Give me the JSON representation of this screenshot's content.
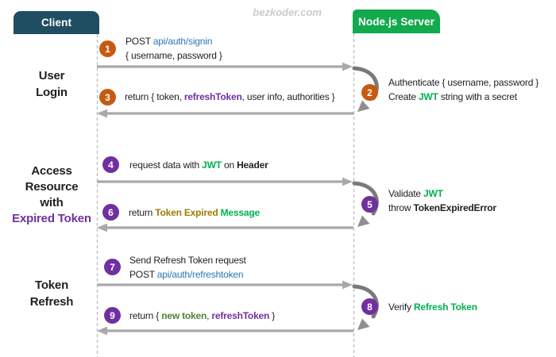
{
  "watermark": "bezkoder.com",
  "actors": {
    "client": "Client",
    "server": "Node.js Server"
  },
  "sections": [
    {
      "lines": [
        "User",
        "Login"
      ]
    },
    {
      "lines": [
        "Access",
        "Resource",
        "with",
        "Expired Token"
      ]
    },
    {
      "lines": [
        "Token",
        "Refresh"
      ]
    }
  ],
  "messages": [
    {
      "num": "1",
      "lines": [
        [
          {
            "t": "POST ",
            "s": "black"
          },
          {
            "t": "api/auth/signin",
            "s": "blue"
          }
        ],
        [
          {
            "t": "{ username, password }",
            "s": "black"
          }
        ]
      ]
    },
    {
      "num": "2",
      "lines": [
        [
          {
            "t": "Authenticate { username, password }",
            "s": "black"
          }
        ],
        [
          {
            "t": "Create ",
            "s": "black"
          },
          {
            "t": "JWT",
            "s": "green-b"
          },
          {
            "t": " string with a secret",
            "s": "black"
          }
        ]
      ]
    },
    {
      "num": "3",
      "lines": [
        [
          {
            "t": "return { token, ",
            "s": "black"
          },
          {
            "t": "refreshToken",
            "s": "purple-b"
          },
          {
            "t": ", user info, authorities }",
            "s": "black"
          }
        ]
      ]
    },
    {
      "num": "4",
      "lines": [
        [
          {
            "t": "request data with ",
            "s": "black"
          },
          {
            "t": "JWT",
            "s": "green-b"
          },
          {
            "t": " on ",
            "s": "black"
          },
          {
            "t": "Header",
            "s": "black-b"
          }
        ]
      ]
    },
    {
      "num": "5",
      "lines": [
        [
          {
            "t": "Validate ",
            "s": "black"
          },
          {
            "t": "JWT",
            "s": "green-b"
          }
        ],
        [
          {
            "t": "throw ",
            "s": "black"
          },
          {
            "t": "TokenExpiredError",
            "s": "black-b"
          }
        ]
      ]
    },
    {
      "num": "6",
      "lines": [
        [
          {
            "t": "return ",
            "s": "black"
          },
          {
            "t": "Token Expired ",
            "s": "olive-b"
          },
          {
            "t": "Message",
            "s": "green-b"
          }
        ]
      ]
    },
    {
      "num": "7",
      "lines": [
        [
          {
            "t": "Send Refresh Token request",
            "s": "black"
          }
        ],
        [
          {
            "t": "POST ",
            "s": "black"
          },
          {
            "t": "api/auth/refreshtoken",
            "s": "blue"
          }
        ]
      ]
    },
    {
      "num": "8",
      "lines": [
        [
          {
            "t": "Verify ",
            "s": "black"
          },
          {
            "t": "Refresh Token",
            "s": "green-b"
          }
        ]
      ]
    },
    {
      "num": "9",
      "lines": [
        [
          {
            "t": "return { ",
            "s": "black"
          },
          {
            "t": "new token",
            "s": "dkgreen-b"
          },
          {
            "t": ", ",
            "s": "black"
          },
          {
            "t": "refreshToken",
            "s": "purple-b"
          },
          {
            "t": " }",
            "s": "black"
          }
        ]
      ]
    }
  ],
  "palette": {
    "client_header_bg": "#1f4e63",
    "server_header_bg": "#13a94d",
    "step_orange": "#c55a11",
    "step_purple": "#7030a0",
    "link_blue": "#2e75b6",
    "green": "#00b050",
    "olive": "#9e7c00",
    "dark_green": "#538135",
    "purple": "#7030a0",
    "arrow_gray": "#a9a9a9",
    "loop_gray": "#7a7a7a",
    "lifeline_gray": "#bdbdbd",
    "text_ink": "#1f1f1f",
    "watermark_gray": "#cbcbcb"
  }
}
